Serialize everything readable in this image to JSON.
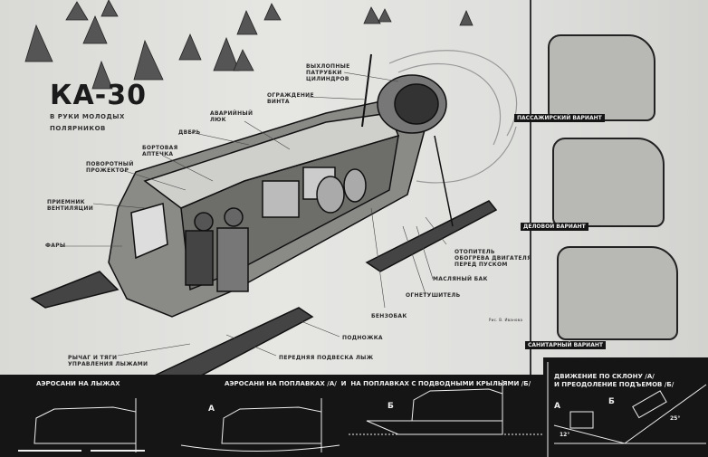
{
  "header": {
    "title": "КА-30",
    "subtitle": "В РУКИ МОЛОДЫХ\nПОЛЯРНИКОВ"
  },
  "callouts": [
    {
      "id": "exhaust",
      "text": "ВЫХЛОПНЫЕ\nПАТРУБКИ\nЦИЛИНДРОВ"
    },
    {
      "id": "guard",
      "text": "ОГРАЖДЕНИЕ\nВИНТА"
    },
    {
      "id": "hatch",
      "text": "АВАРИЙНЫЙ\nЛЮК"
    },
    {
      "id": "door",
      "text": "ДВЕРЬ"
    },
    {
      "id": "firstaid",
      "text": "БОРТОВАЯ\nАПТЕЧКА"
    },
    {
      "id": "searchlight",
      "text": "ПОВОРОТНЫЙ\nПРОЖЕКТОР"
    },
    {
      "id": "vent",
      "text": "ПРИЕМНИК\nВЕНТИЛЯЦИИ"
    },
    {
      "id": "headlights",
      "text": "ФАРЫ"
    },
    {
      "id": "heater",
      "text": "ОТОПИТЕЛЬ\nОБОГРЕВА ДВИГАТЕЛЯ\nПЕРЕД ПУСКОМ"
    },
    {
      "id": "oiltank",
      "text": "МАСЛЯНЫЙ БАК"
    },
    {
      "id": "extinguisher",
      "text": "ОГНЕТУШИТЕЛЬ"
    },
    {
      "id": "fueltank",
      "text": "БЕНЗОБАК"
    },
    {
      "id": "step",
      "text": "ПОДНОЖКА"
    },
    {
      "id": "frontsusp",
      "text": "ПЕРЕДНЯЯ ПОДВЕСКА ЛЫЖ"
    },
    {
      "id": "levers",
      "text": "РЫЧАГ И ТЯГИ\nУПРАВЛЕНИЯ ЛЫЖАМИ"
    }
  ],
  "credit": "Рис. В. Иванова",
  "variants": [
    "ПАССАЖИРСКИЙ ВАРИАНТ",
    "ДЕЛОВОЙ ВАРИАНТ",
    "САНИТАРНЫЙ ВАРИАНТ"
  ],
  "bottom": {
    "skis": "АЭРОСАНИ НА ЛЫЖАХ",
    "floats": "АЭРОСАНИ НА ПОПЛАВКАХ /А/  И  НА ПОПЛАВКАХ С ПОДВОДНЫМИ КРЫЛЬЯМИ /Б/",
    "slope": "ДВИЖЕНИЕ ПО СКЛОНУ /А/\nИ ПРЕОДОЛЕНИЕ ПОДЪЕМОВ /Б/",
    "mark_a": "А",
    "mark_b": "Б",
    "angle_a": "12°",
    "angle_b": "25°"
  }
}
